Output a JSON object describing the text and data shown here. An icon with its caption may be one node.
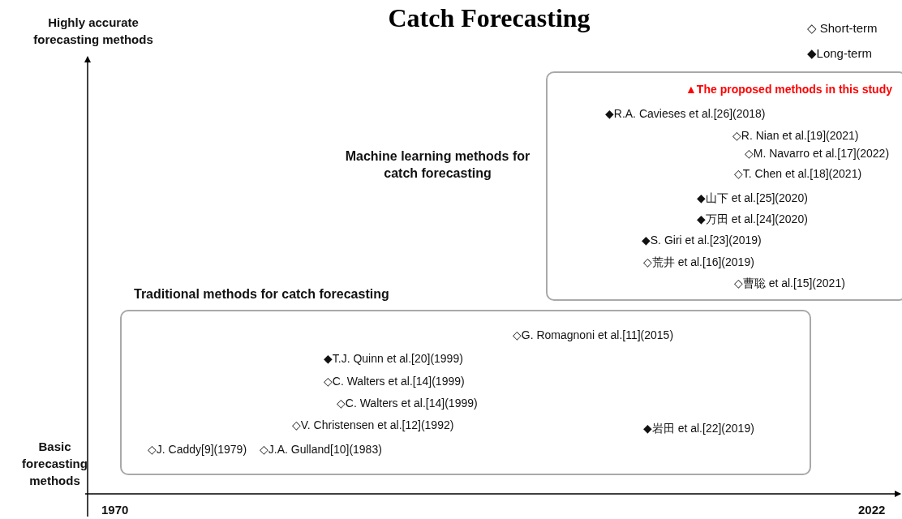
{
  "diagram": {
    "title": "Catch Forecasting",
    "nodes": [
      {
        "text": [
          "Machine learning methods for catch forecasting",
          "▲The proposed methods in this study",
          "◆R.A. Cavieses et al.[26](2018)",
          "◇R. Nian et al.[19](2021)",
          "◇M. Navarro et al.[17](2022)",
          "◇T. Chen et al.[18](2021)",
          "◆山下 et al.[25](2020)",
          "◆万田 et al.[24](2020)",
          "◆S. Giri et al.[23](2019)",
          "◇荒井 et al.[16](2019)",
          "◇曹聡 et al.[15](2021)"
        ]
      },
      {
        "text": [
          "Traditional methods for catch forecasting",
          "◇G. Romagnoni et al.[11](2015)",
          "◆T.J. Quinn et al.[20](1999)",
          "◇C. Walters et al.[14](1999)",
          "◇C. Walters et al.[14](1999)",
          "◇V. Christensen et al.[12](1992)",
          "◆岩田 et al.[22](2019)",
          "◇J. Caddy[9](1979)",
          "◇J.A. Gulland[10](1983)"
        ]
      }
    ],
    "edges": [],
    "labels": [
      "Highly accurate forecasting methods",
      "Basic forecasting methods",
      "1970",
      "2022"
    ],
    "legend": [
      {
        "text": "◇ Short-term"
      },
      {
        "text": "◆Long-term"
      }
    ]
  }
}
